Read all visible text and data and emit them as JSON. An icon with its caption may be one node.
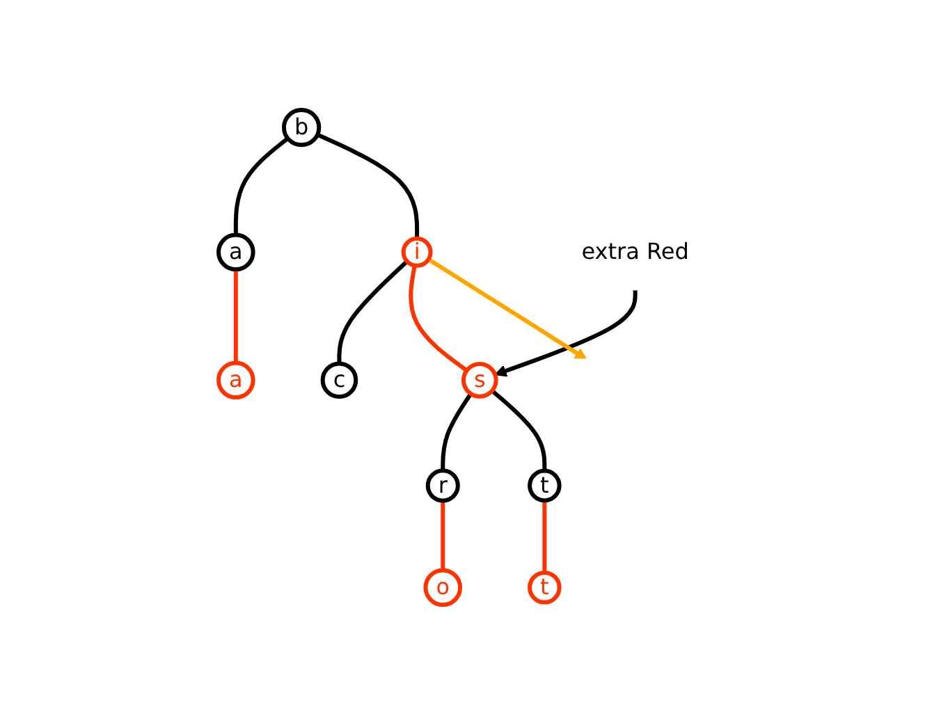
{
  "diagram": {
    "nodes": [
      {
        "text": [
          "b"
        ]
      },
      {
        "text": [
          "a"
        ]
      },
      {
        "text": [
          "i"
        ]
      },
      {
        "text": [
          "c"
        ]
      },
      {
        "text": [
          "s"
        ]
      },
      {
        "text": [
          "a"
        ]
      },
      {
        "text": [
          "r"
        ]
      },
      {
        "text": [
          "t"
        ]
      },
      {
        "text": [
          "o"
        ]
      },
      {
        "text": [
          "t"
        ]
      },
      {
        "text": [
          "extra Red"
        ]
      }
    ],
    "edges": [
      {
        "from": 0,
        "to": 1,
        "arrow": "none"
      },
      {
        "from": 0,
        "to": 2,
        "arrow": "none"
      },
      {
        "from": 1,
        "to": 5,
        "arrow": "none",
        "color": "#ff3300"
      },
      {
        "from": 2,
        "to": 3,
        "arrow": "none"
      },
      {
        "from": 2,
        "to": 4,
        "arrow": "none",
        "color": "#ff3300"
      },
      {
        "from": 4,
        "to": 6,
        "arrow": "none"
      },
      {
        "from": 4,
        "to": 7,
        "arrow": "none"
      },
      {
        "from": 6,
        "to": 8,
        "arrow": "none",
        "color": "#ff3300"
      },
      {
        "from": 7,
        "to": 9,
        "arrow": "none",
        "color": "#ff3300"
      },
      {
        "from": 10,
        "to": 4,
        "arrow": "to"
      },
      {
        "from": 2,
        "to": null,
        "arrow": "to",
        "color": "#ffa500"
      }
    ]
  }
}
